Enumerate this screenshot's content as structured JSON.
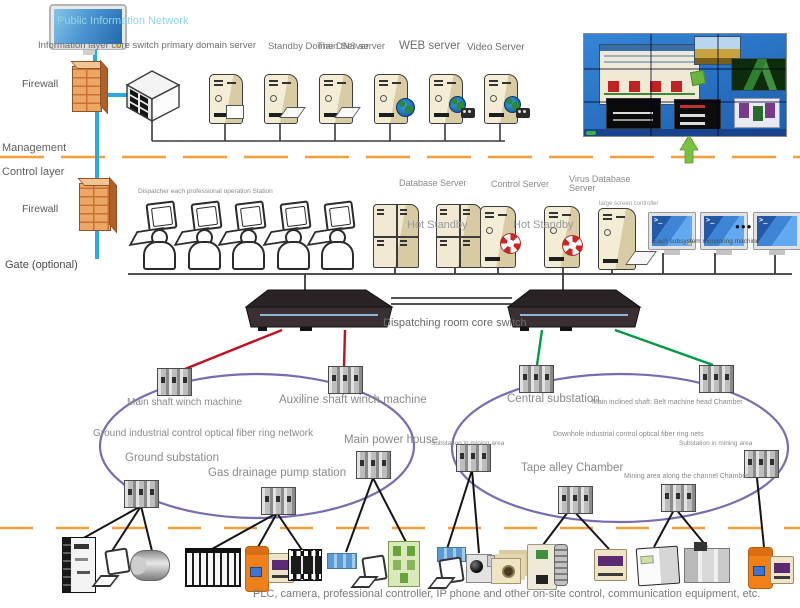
{
  "title_hidden": "",
  "colors": {
    "cyan_link": "#29abe2",
    "dash_orange": "#f0a03a",
    "ring_purple": "#7b6bb0",
    "red_link": "#c01022",
    "green_link": "#009a44",
    "label_gray": "#8a8a8a",
    "public_net_text": "#8fd6e6"
  },
  "labels": {
    "public_network": "Public Information Network",
    "info_layer": "Information layer core switch primary domain server",
    "standby_domain": "Standby Domain Server",
    "dns_server": "The DNS server",
    "web_server": "WEB server",
    "video_server": "Video Server",
    "firewall_top": "Firewall",
    "management": "Management",
    "control_layer": "Control layer",
    "firewall_mid": "Firewall",
    "gate": "Gate (optional)",
    "dispatcher": "Dispatcher each professional operation Station",
    "database_server": "Database Server",
    "control_server": "Control Server",
    "virus_db": "Virus Database Server",
    "hot_standby_1": "Hot Standby",
    "hot_standby_2": "Hot Standby",
    "large_screen": "large screen controller",
    "subsystem_monitor": "Each subsystem monitoring machine",
    "ellipsis_dots": "●●●",
    "core_switch": "Dispatching room core switch",
    "main_shaft": "Main shaft winch machine",
    "aux_shaft": "Auxiline shaft winch machine",
    "ground_ring": "Ground industrial control optical fiber ring network",
    "main_power": "Main power house",
    "ground_substation": "Ground substation",
    "gas_pump": "Gas drainage pump station",
    "central_substation": "Central substation",
    "inclined_shaft": "Main inclined shaft: Belt machine head Chamber",
    "downhole_ring": "Downhole industrial control optical fiber ring nets",
    "mining_sub_left": "Substation in mining area",
    "mining_sub_right": "Substation in mining area",
    "tape_alley": "Tape alley Chamber",
    "mining_channel": "Mining area along the channel Chamber",
    "bottom_caption": "PLC, camera, professional controller, IP phone and other on-site control, communication equipment, etc."
  },
  "icons": {
    "public_monitor": "monitor-icon",
    "firewalls": "brick-firewall-icon",
    "core_cube": "switch-cube-icon",
    "servers": "tower-server-icon",
    "hot_standby_rings": "life-ring-icon",
    "workstations": "operator-workstation-icon",
    "monitoring": "terminal-monitor-icon",
    "ring_nodes": "fiber-node-icon",
    "video_wall": "video-wall-screenshot",
    "field_devices": "plc-camera-phone-device-icons"
  }
}
